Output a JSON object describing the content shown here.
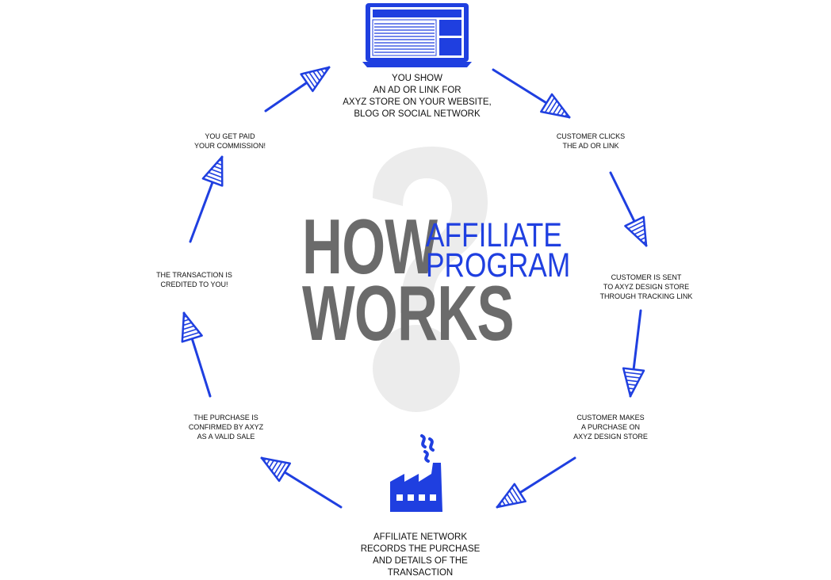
{
  "title": {
    "how": "HOW",
    "affiliate": "AFFILIATE",
    "program": "PROGRAM",
    "works": "WORKS"
  },
  "steps": [
    "YOU SHOW\nAN AD OR LINK FOR\nAXYZ STORE ON YOUR WEBSITE,\nBLOG OR SOCIAL NETWORK",
    "CUSTOMER CLICKS\nTHE AD OR LINK",
    "CUSTOMER IS SENT\nTO AXYZ DESIGN STORE\nTHROUGH TRACKING LINK",
    "CUSTOMER MAKES\nA PURCHASE ON\nAXYZ DESIGN STORE",
    "AFFILIATE NETWORK\nRECORDS THE PURCHASE\nAND DETAILS OF THE\nTRANSACTION",
    "THE PURCHASE IS\nCONFIRMED BY AXYZ\nAS A VALID SALE",
    "THE TRANSACTION IS\nCREDITED TO YOU!",
    "YOU GET PAID\nYOUR COMMISSION!"
  ],
  "colors": {
    "accent": "#1f3fe0",
    "title_gray": "#6b6b6b",
    "question_mark": "#ececec",
    "text": "#111111"
  },
  "icons": [
    "laptop-icon",
    "factory-icon",
    "question-mark-icon",
    "arrow-icon"
  ]
}
